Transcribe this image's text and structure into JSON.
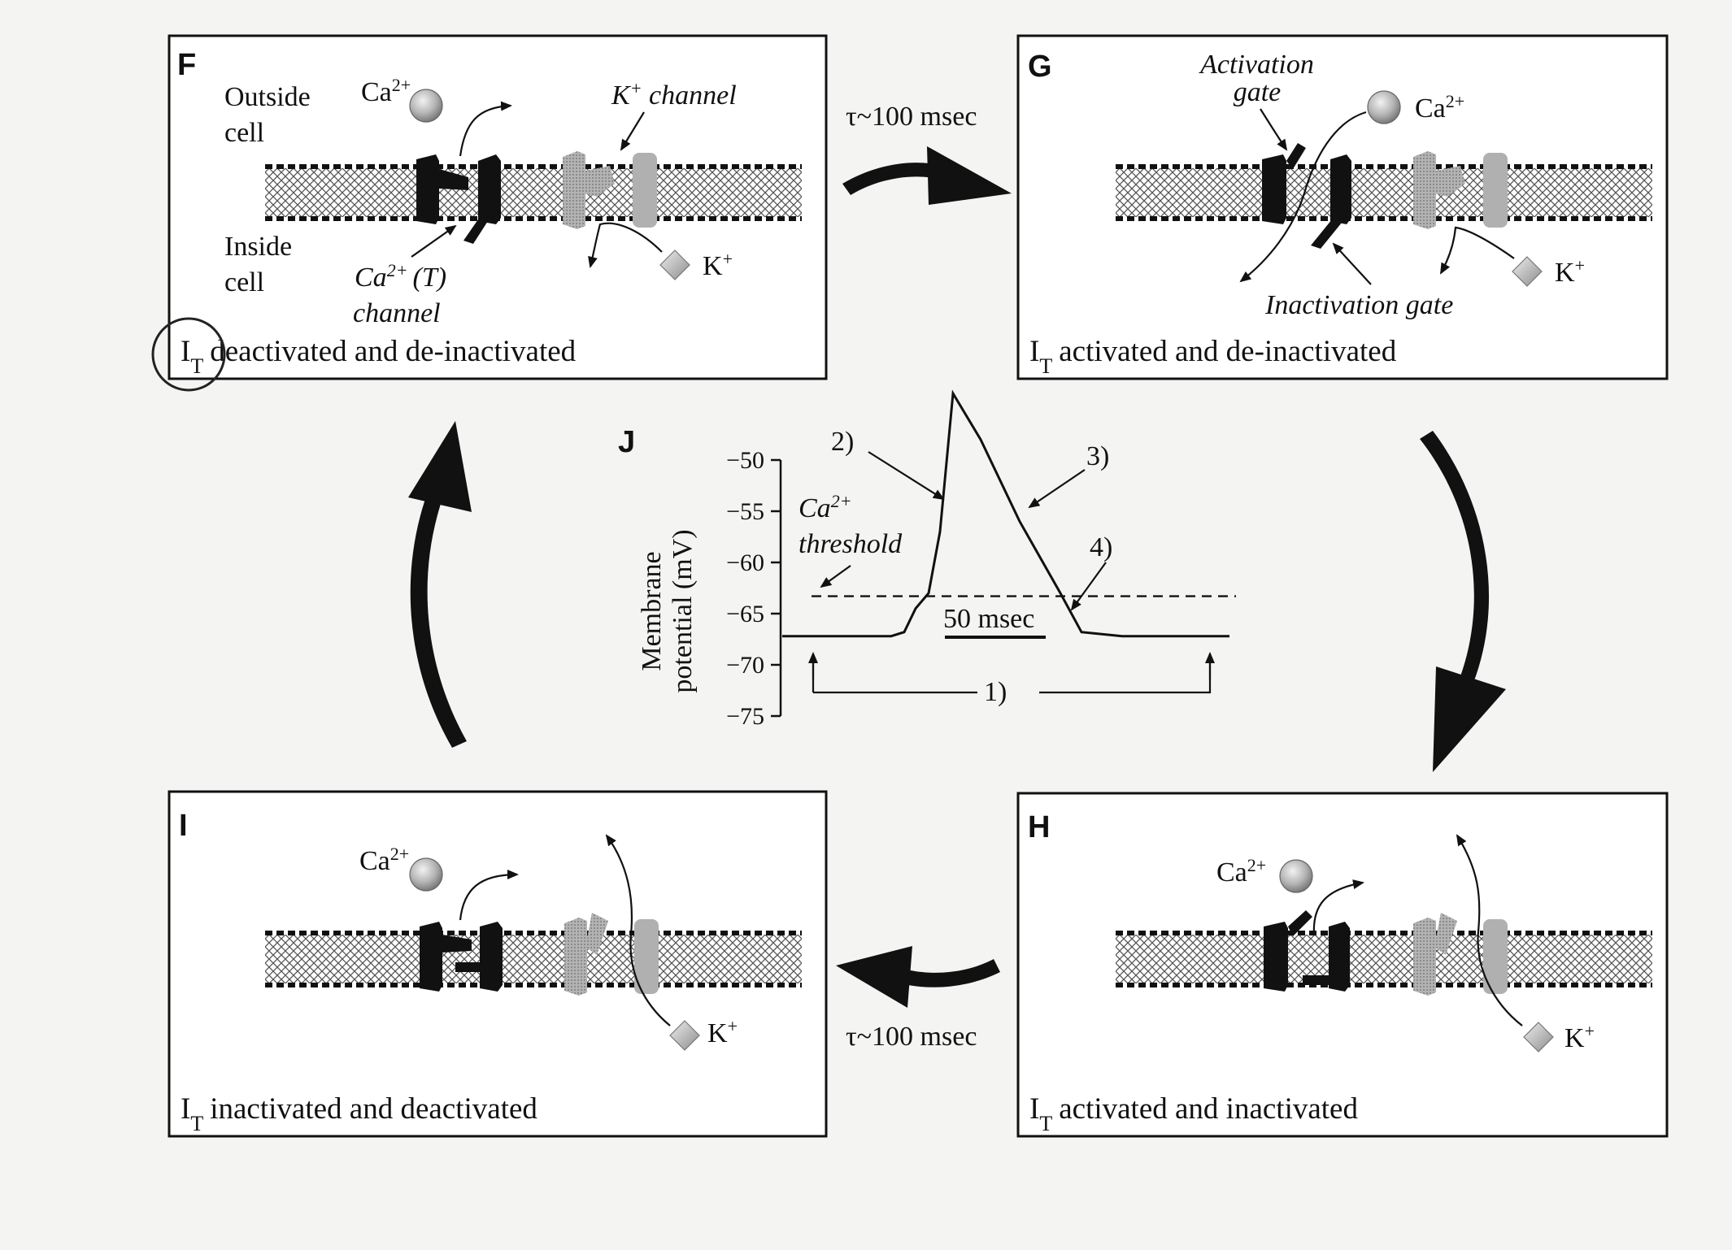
{
  "panels": {
    "F": {
      "letter": "F",
      "outside_cell": [
        "Outside",
        "cell"
      ],
      "inside_cell": [
        "Inside",
        "cell"
      ],
      "ca_ion": "Ca",
      "ca_charge": "2+",
      "k_channel_label": "channel",
      "k_channel_prefix": "K",
      "k_channel_charge": "+",
      "ca_channel_label": [
        "Ca",
        "2+",
        "(T)",
        "channel"
      ],
      "k_ion": "K",
      "k_charge": "+",
      "caption_sub": "T",
      "caption_text": "deactivated and de-inactivated"
    },
    "G": {
      "letter": "G",
      "activation_gate": [
        "Activation",
        "gate"
      ],
      "inactivation_gate": "Inactivation gate",
      "ca_ion": "Ca",
      "ca_charge": "2+",
      "k_ion": "K",
      "k_charge": "+",
      "caption_sub": "T",
      "caption_text": "activated and de-inactivated"
    },
    "H": {
      "letter": "H",
      "ca_ion": "Ca",
      "ca_charge": "2+",
      "k_ion": "K",
      "k_charge": "+",
      "caption_sub": "T",
      "caption_text": "activated and inactivated"
    },
    "I": {
      "letter": "I",
      "ca_ion": "Ca",
      "ca_charge": "2+",
      "k_ion": "K",
      "k_charge": "+",
      "caption_sub": "T",
      "caption_text": "inactivated and deactivated"
    }
  },
  "caption_prefix": "I",
  "tau_top": "τ~100 msec",
  "tau_bottom": "τ~100 msec",
  "graph": {
    "letter": "J",
    "ylabel_line1": "Membrane",
    "ylabel_line2": "potential (mV)",
    "yticks": [
      "−50",
      "−55",
      "−60",
      "−65",
      "−70",
      "−75"
    ],
    "threshold_label": [
      "Ca",
      "2+",
      "threshold"
    ],
    "scale_bar_label": "50 msec",
    "markers": [
      "1)",
      "2)",
      "3)",
      "4)"
    ]
  },
  "chart_data": {
    "type": "line",
    "title": "",
    "xlabel": "",
    "ylabel": "Membrane potential (mV)",
    "ylim": [
      -75,
      -50
    ],
    "grid": false,
    "threshold_mV": -63.3,
    "series": [
      {
        "values_mV": [
          -67.2,
          -67.2,
          -66.8,
          -64.5,
          -63.0,
          -57.0,
          -43.5,
          -48.0,
          -56.0,
          -63.0,
          -66.8,
          -67.2,
          -67.2
        ]
      }
    ],
    "scale_bar_msec": 50
  }
}
